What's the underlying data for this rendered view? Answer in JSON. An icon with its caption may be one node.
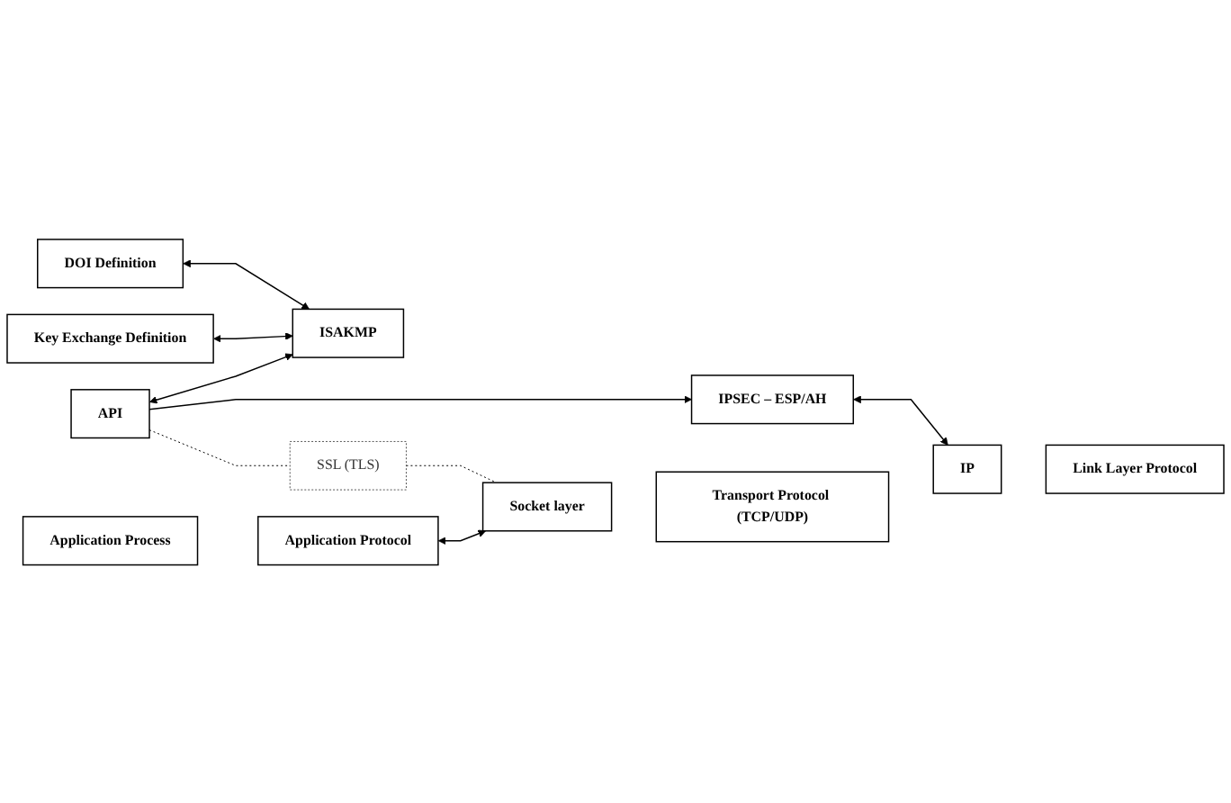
{
  "diagram": {
    "nodes": [
      {
        "text": [
          "DOI Definition"
        ]
      },
      {
        "text": [
          "ISAKMP"
        ]
      },
      {
        "text": [
          "Application Process"
        ]
      },
      {
        "text": [
          "Application Protocol"
        ]
      },
      {
        "text": [
          "Key Exchange Definition"
        ]
      },
      {
        "text": [
          "API"
        ]
      },
      {
        "text": [
          "SSL (TLS)"
        ]
      },
      {
        "text": [
          "Socket layer"
        ]
      },
      {
        "text": [
          "Transport Protocol (TCP/UDP)"
        ]
      },
      {
        "text": [
          "IPSEC – ESP/AH"
        ]
      },
      {
        "text": [
          "IP"
        ]
      },
      {
        "text": [
          "Link Layer Protocol"
        ]
      }
    ],
    "edges": [
      {
        "from": 0,
        "to": 1,
        "arrow": "both"
      },
      {
        "from": 4,
        "to": 1,
        "arrow": "both"
      },
      {
        "from": 5,
        "to": 1,
        "arrow": "both"
      },
      {
        "from": 5,
        "to": 9,
        "arrow": "to"
      },
      {
        "from": 9,
        "to": 10,
        "arrow": "both"
      },
      {
        "from": 3,
        "to": 7,
        "arrow": "both"
      },
      {
        "from": 5,
        "to": 6,
        "arrow": "none",
        "style": "dashed"
      },
      {
        "from": 6,
        "to": 7,
        "arrow": "none",
        "style": "dashed"
      }
    ]
  }
}
